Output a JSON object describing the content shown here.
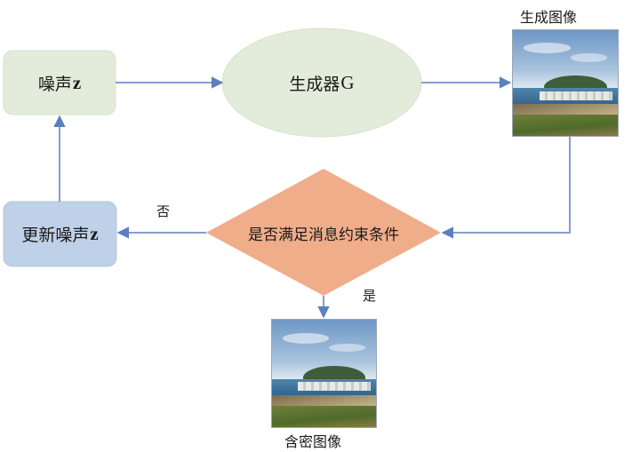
{
  "nodes": {
    "noise": {
      "label": "噪声",
      "var": "z"
    },
    "generator": {
      "label": "生成器",
      "var": "G"
    },
    "decision": {
      "label": "是否满足消息约束条件"
    },
    "update_noise": {
      "label": "更新噪声",
      "var": "z"
    }
  },
  "images": {
    "generated": {
      "caption": "生成图像"
    },
    "stego": {
      "caption": "含密图像"
    }
  },
  "edges": {
    "no_label": "否",
    "yes_label": "是"
  },
  "colors": {
    "noise_fill": "#e3ecda",
    "generator_fill": "#e3ecda",
    "decision_fill": "#f0ad8a",
    "update_fill": "#bfd1e8",
    "arrow": "#5b7fc0"
  }
}
